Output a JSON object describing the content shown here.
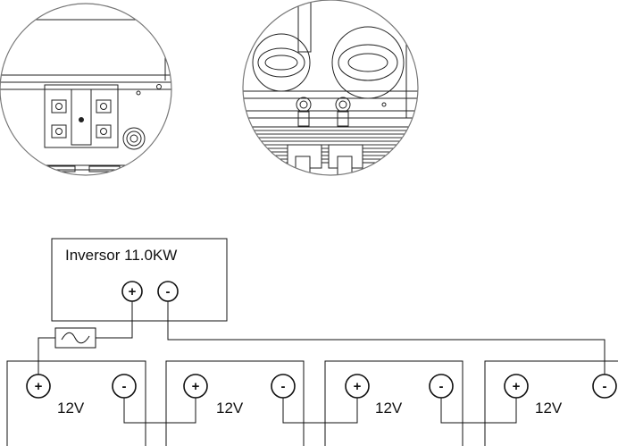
{
  "inverter": {
    "title": "Inversor 11.0KW",
    "positive_symbol": "+",
    "negative_symbol": "-"
  },
  "batteries": [
    {
      "voltage": "12V",
      "positive_symbol": "+",
      "negative_symbol": "-"
    },
    {
      "voltage": "12V",
      "positive_symbol": "+",
      "negative_symbol": "-"
    },
    {
      "voltage": "12V",
      "positive_symbol": "+",
      "negative_symbol": "-"
    },
    {
      "voltage": "12V",
      "positive_symbol": "+",
      "negative_symbol": "-"
    }
  ],
  "icons": {
    "fuse": "fuse-icon",
    "detail_left": "inverter-terminal-detail-icon",
    "detail_right": "inverter-battery-port-detail-icon"
  },
  "colors": {
    "line": "#111111",
    "background": "#ffffff",
    "detail_hatch": "#333333"
  }
}
